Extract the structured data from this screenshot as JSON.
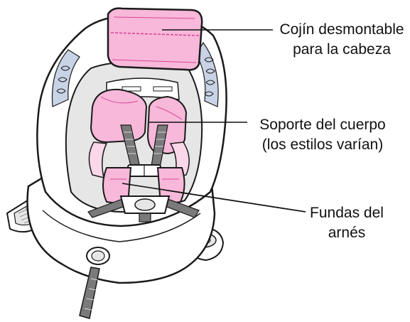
{
  "labels": {
    "headrest": {
      "line1": "Cojín desmontable",
      "line2": "para la cabeza"
    },
    "body_support": {
      "line1": "Soporte del cuerpo",
      "line2": "(los estilos varían)"
    },
    "harness_covers": {
      "line1": "Fundas del",
      "line2": "arnés"
    }
  },
  "colors": {
    "pink_pad": "#f7b8d9",
    "pink_light": "#fbd7ea",
    "pink_outline": "#d9469a",
    "outline": "#1a1a1a",
    "shell": "#ffffff",
    "seat_gray": "#e6e6e6",
    "strap_gray": "#7a7a7a",
    "side_pattern": "#c9d3e6"
  },
  "icons": {
    "illustration": "convertible-car-seat-illustration"
  }
}
